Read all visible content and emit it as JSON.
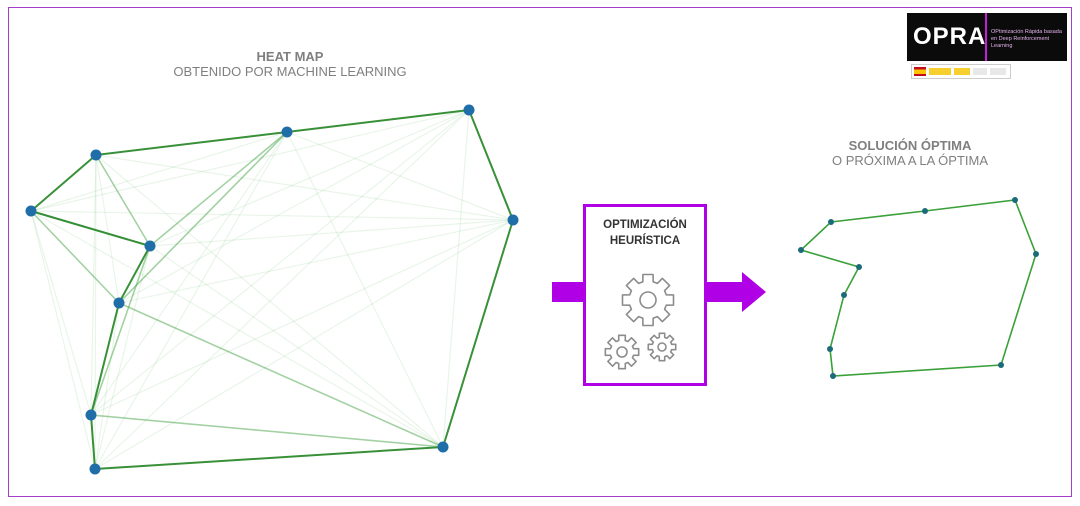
{
  "heatmap": {
    "title": "HEAT MAP",
    "subtitle": "OBTENIDO POR MACHINE LEARNING"
  },
  "solution": {
    "title": "SOLUCIÓN ÓPTIMA",
    "subtitle": "O PRÓXIMA A LA ÓPTIMA"
  },
  "process": {
    "title_line1": "OPTIMIZACIÓN",
    "title_line2": "HEURÍSTICA"
  },
  "logo": {
    "word": "OPRA",
    "description": "OPtimización Rápida basada en Deep Reinforcement Learning"
  },
  "colors": {
    "accent": "#b000e6",
    "frame": "#a43dc7",
    "node_heatmap": "#1f6ea8",
    "node_solution": "#1b6b79",
    "edge_strong": "#2e8b2e",
    "edge_solution": "#3aa03a",
    "text_gray": "#7f7f7f"
  },
  "icons": [
    "arrow-right-icon",
    "gear-icon",
    "arrow-right-icon"
  ]
}
